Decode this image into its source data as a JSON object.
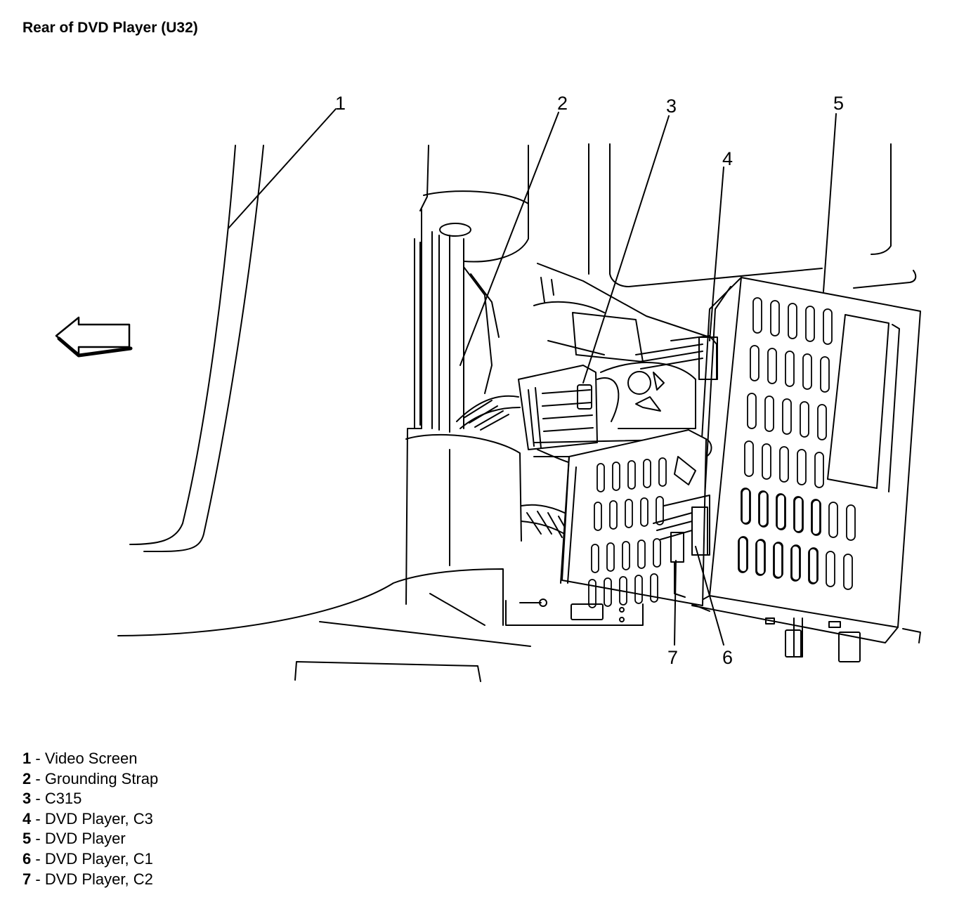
{
  "title": "Rear of DVD Player (U32)",
  "callouts": [
    "1",
    "2",
    "3",
    "4",
    "5",
    "6",
    "7"
  ],
  "legend": [
    {
      "num": "1",
      "sep": " - ",
      "text": "Video Screen"
    },
    {
      "num": "2",
      "sep": " - ",
      "text": "Grounding Strap"
    },
    {
      "num": "3",
      "sep": " - ",
      "text": "C315"
    },
    {
      "num": "4",
      "sep": " - ",
      "text": "DVD Player, C3"
    },
    {
      "num": "5",
      "sep": " - ",
      "text": "DVD Player"
    },
    {
      "num": "6",
      "sep": " - ",
      "text": "DVD Player, C1"
    },
    {
      "num": "7",
      "sep": " - ",
      "text": "DVD Player, C2"
    }
  ]
}
